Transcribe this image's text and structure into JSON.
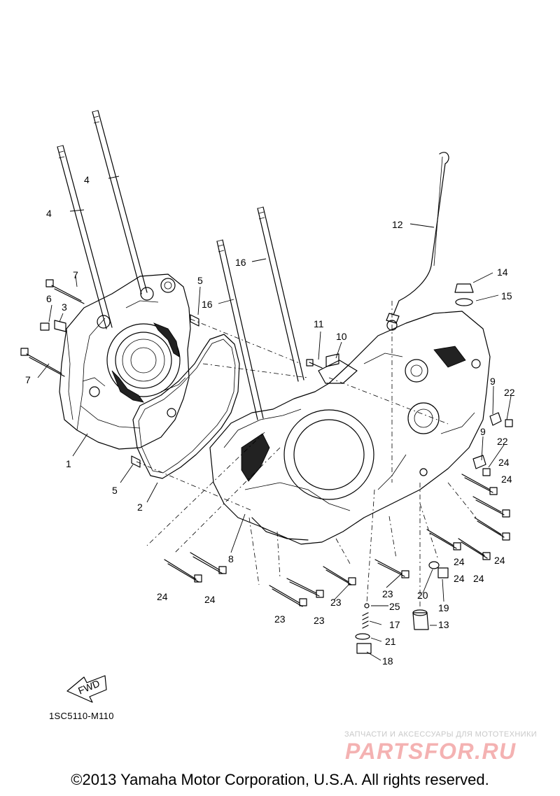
{
  "diagram": {
    "callouts": [
      {
        "id": "c1",
        "text": "1"
      },
      {
        "id": "c2",
        "text": "2"
      },
      {
        "id": "c3",
        "text": "3"
      },
      {
        "id": "c4a",
        "text": "4"
      },
      {
        "id": "c4b",
        "text": "4"
      },
      {
        "id": "c5a",
        "text": "5"
      },
      {
        "id": "c5b",
        "text": "5"
      },
      {
        "id": "c6",
        "text": "6"
      },
      {
        "id": "c7a",
        "text": "7"
      },
      {
        "id": "c7b",
        "text": "7"
      },
      {
        "id": "c8",
        "text": "8"
      },
      {
        "id": "c9a",
        "text": "9"
      },
      {
        "id": "c9b",
        "text": "9"
      },
      {
        "id": "c10",
        "text": "10"
      },
      {
        "id": "c11",
        "text": "11"
      },
      {
        "id": "c12",
        "text": "12"
      },
      {
        "id": "c13",
        "text": "13"
      },
      {
        "id": "c14",
        "text": "14"
      },
      {
        "id": "c15",
        "text": "15"
      },
      {
        "id": "c16a",
        "text": "16"
      },
      {
        "id": "c16b",
        "text": "16"
      },
      {
        "id": "c17",
        "text": "17"
      },
      {
        "id": "c18",
        "text": "18"
      },
      {
        "id": "c19",
        "text": "19"
      },
      {
        "id": "c20",
        "text": "20"
      },
      {
        "id": "c21",
        "text": "21"
      },
      {
        "id": "c22a",
        "text": "22"
      },
      {
        "id": "c22b",
        "text": "22"
      },
      {
        "id": "c23a",
        "text": "23"
      },
      {
        "id": "c23b",
        "text": "23"
      },
      {
        "id": "c23c",
        "text": "23"
      },
      {
        "id": "c23d",
        "text": "23"
      },
      {
        "id": "c24a",
        "text": "24"
      },
      {
        "id": "c24b",
        "text": "24"
      },
      {
        "id": "c24c",
        "text": "24"
      },
      {
        "id": "c24d",
        "text": "24"
      },
      {
        "id": "c24e",
        "text": "24"
      },
      {
        "id": "c24f",
        "text": "24"
      },
      {
        "id": "c24g",
        "text": "24"
      },
      {
        "id": "c24h",
        "text": "24"
      },
      {
        "id": "c25",
        "text": "25"
      }
    ],
    "fwd_label": "FWD",
    "reference_code": "1SC5110-M110"
  },
  "watermark": {
    "subtitle": "ЗАПЧАСТИ И АКСЕССУАРЫ ДЛЯ МОТОТЕХНИКИ",
    "logo_text": "PARTSFOR.RU"
  },
  "copyright": "©2013 Yamaha Motor Corporation, U.S.A. All rights reserved."
}
